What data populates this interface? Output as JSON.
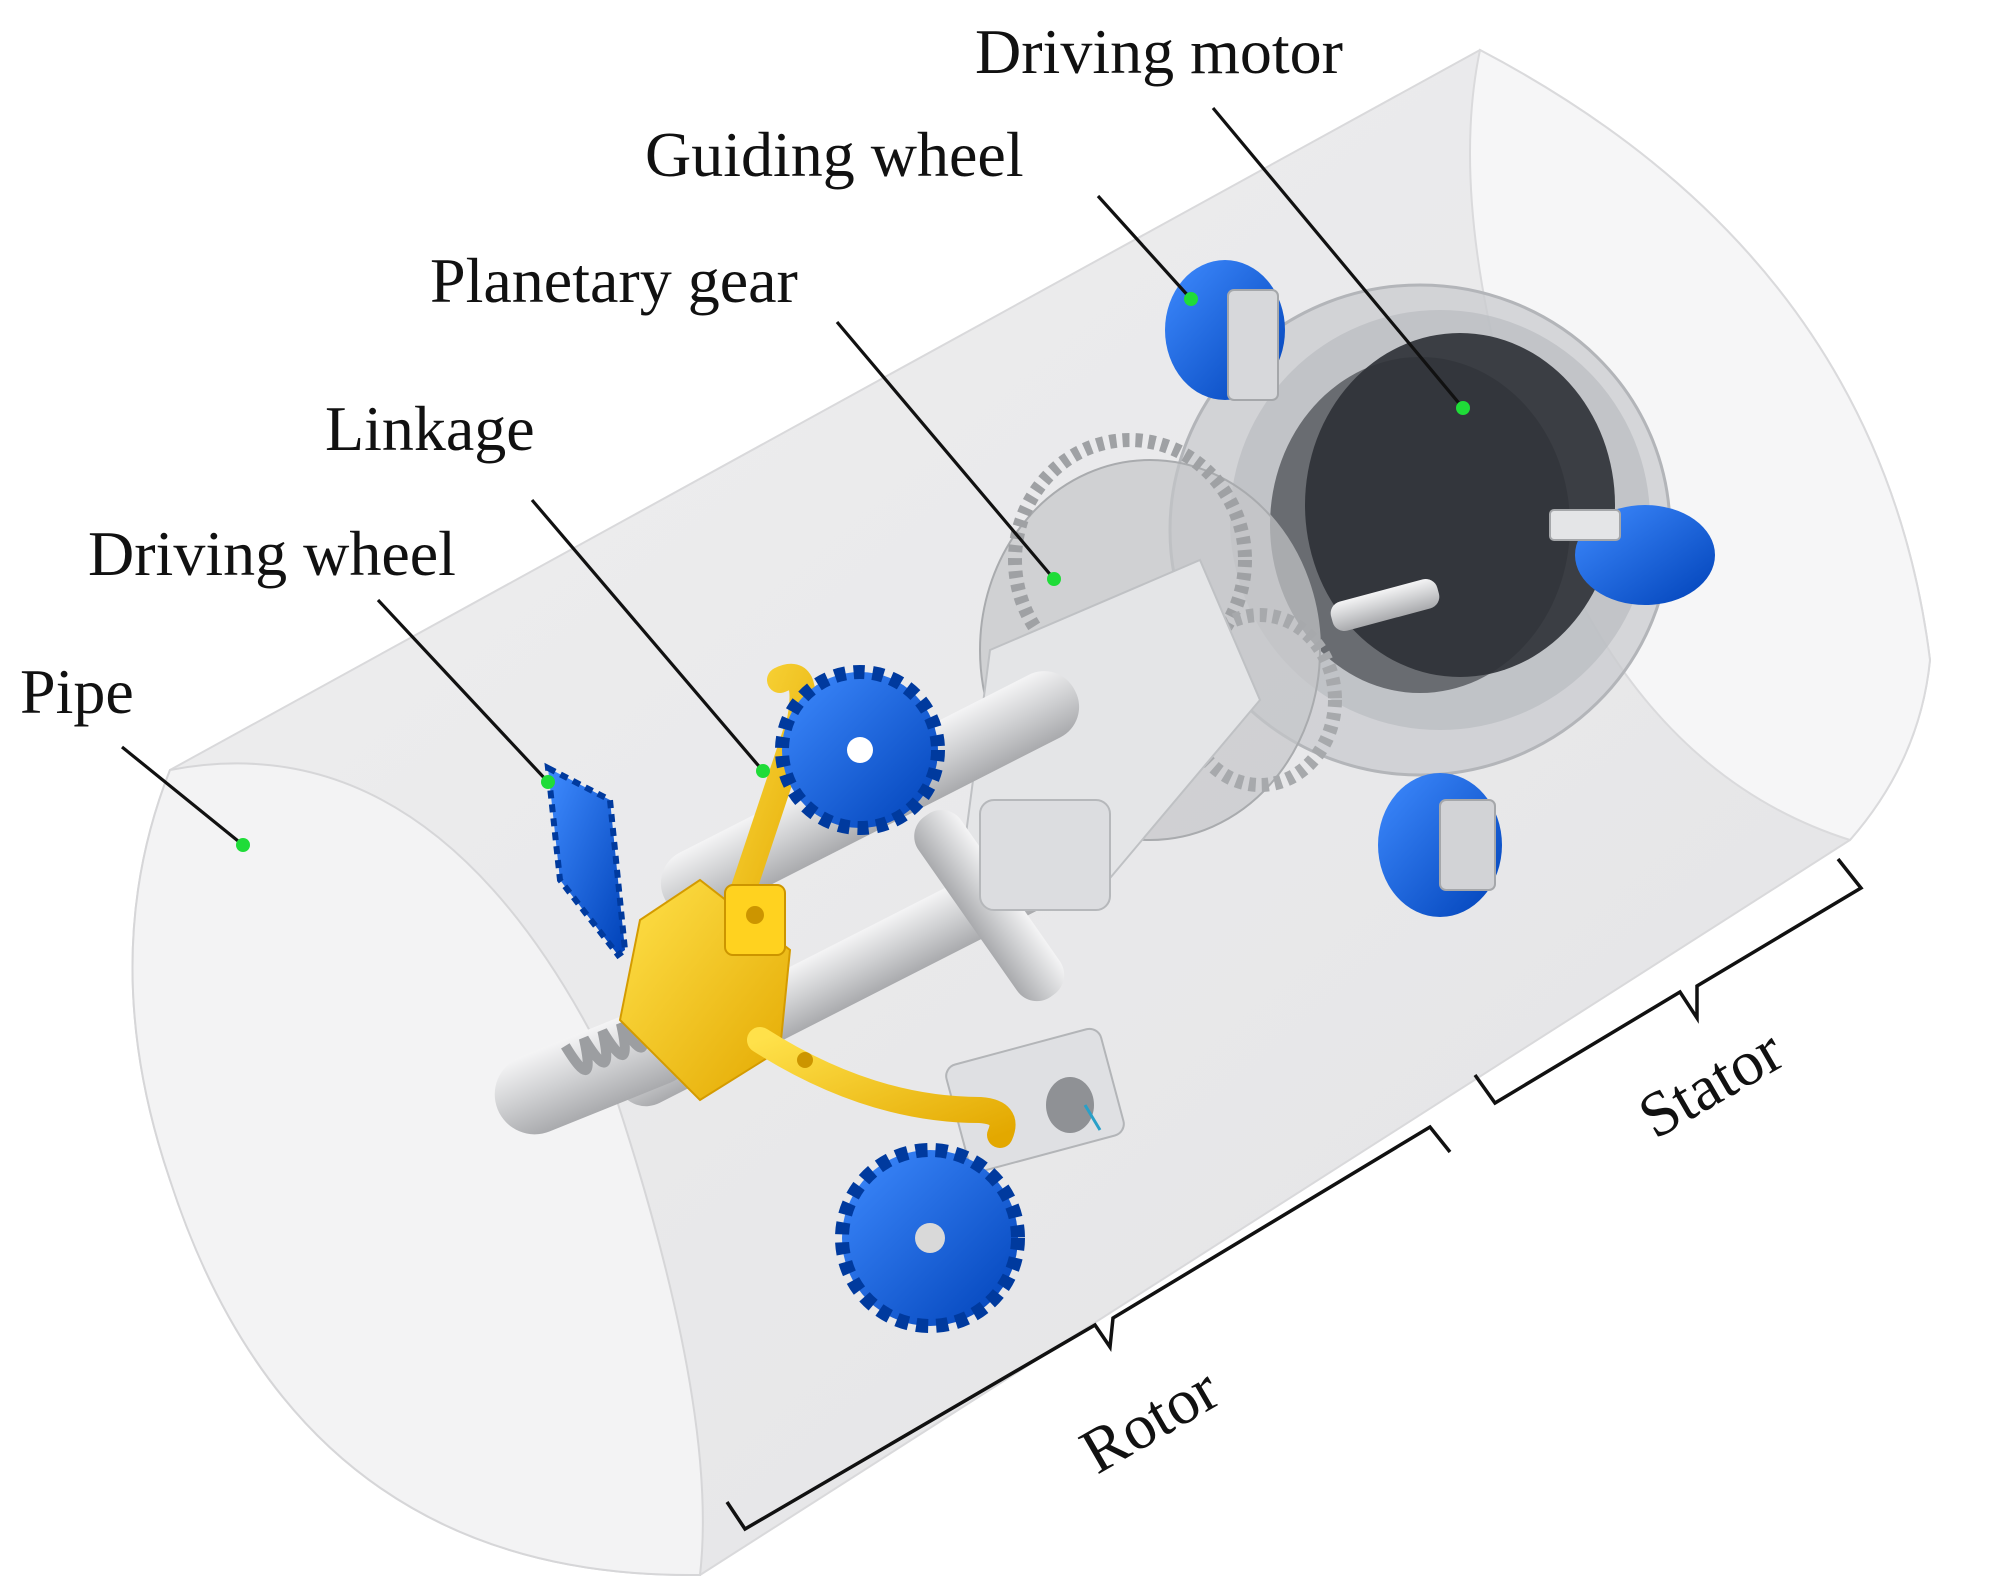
{
  "figure": {
    "labels": {
      "pipe": "Pipe",
      "driving_wheel": "Driving wheel",
      "linkage": "Linkage",
      "planetary_gear": "Planetary gear",
      "guiding_wheel": "Guiding wheel",
      "driving_motor": "Driving motor",
      "rotor": "Rotor",
      "stator": "Stator"
    },
    "colors": {
      "pipe": "#e9e9ea",
      "wheel": "#0a5fe0",
      "linkage": "#f5c400",
      "motor": "#3b3e44",
      "marker": "#1fdc38"
    }
  }
}
